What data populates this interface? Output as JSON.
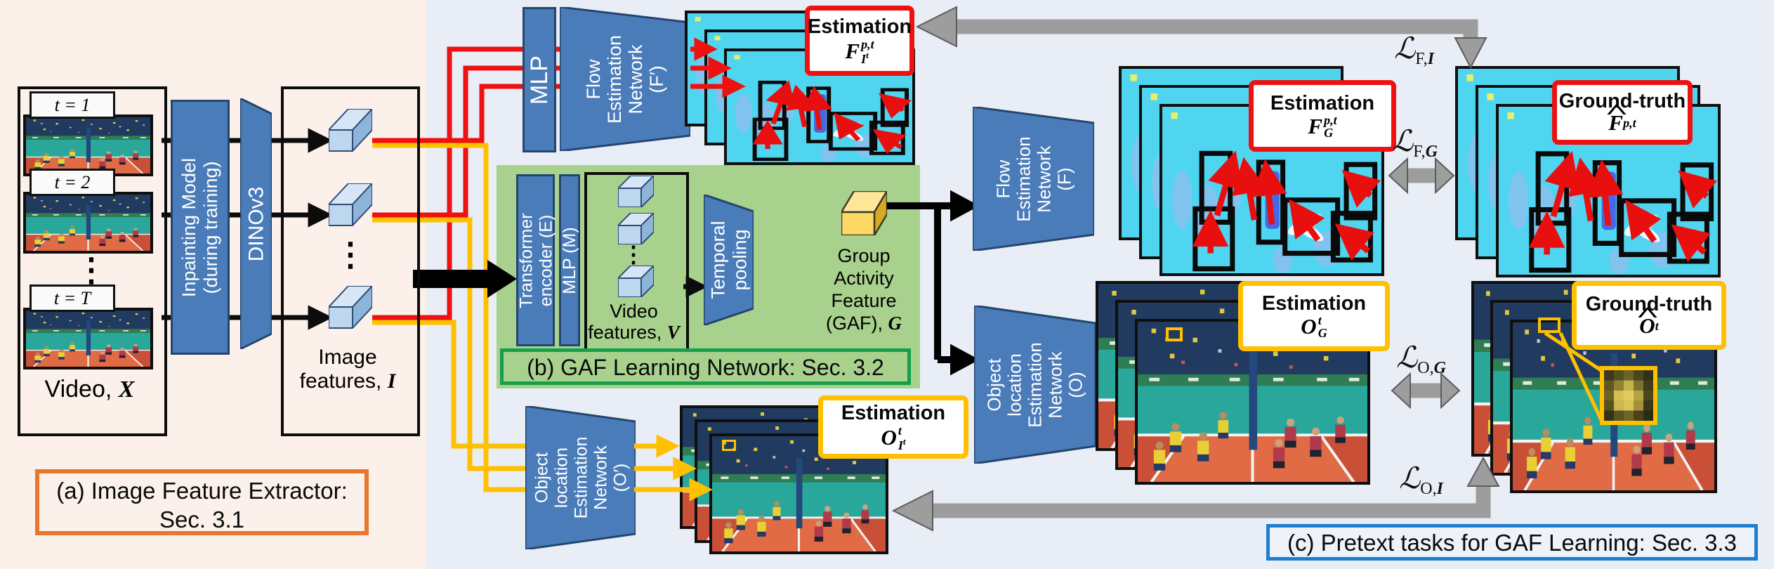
{
  "captions": {
    "a_line1": "(a) Image Feature Extractor:",
    "a_line2": "Sec. 3.1",
    "b": "(b) GAF Learning Network: Sec. 3.2",
    "c": "(c) Pretext tasks for GAF Learning: Sec. 3.3"
  },
  "video": {
    "t1": "t = 1",
    "t2": "t = 2",
    "tT": "t = T",
    "dots": "⋮",
    "caption_prefix": "Video, ",
    "caption_var": "X"
  },
  "image_features": {
    "line1": "Image",
    "line2_prefix": "features, ",
    "line2_var": "I",
    "dots": "⋮"
  },
  "networks": {
    "inpainting": {
      "line1": "Inpainting Model",
      "line2": "(during training)"
    },
    "dinov3": "DINOv3",
    "mlp_top": "MLP",
    "flow_prime": [
      "Flow",
      "Estimation",
      "Network",
      "(F′)"
    ],
    "transformer": [
      "Transformer",
      "encoder (E)"
    ],
    "mlp_m": "MLP (M)",
    "temporal": [
      "Temporal",
      "pooling"
    ],
    "flow_f": [
      "Flow",
      "Estimation",
      "Network",
      "(F)"
    ],
    "obj_o": [
      "Object",
      "location",
      "Estimation",
      "Network",
      "(O)"
    ],
    "obj_o_prime": [
      "Object",
      "location",
      "Estimation",
      "Network",
      "(O′)"
    ]
  },
  "video_features": {
    "line1": "Video",
    "line2_prefix": "features, ",
    "line2_var": "V",
    "dots": "⋮"
  },
  "gaf": {
    "line1": "Group",
    "line2": "Activity",
    "line3": "Feature",
    "line4_prefix": "(GAF), ",
    "line4_var": "G"
  },
  "labels": {
    "est_f_i": {
      "title": "Estimation",
      "base": "F",
      "sup": "p,t",
      "sub_base": "I",
      "sub_sup": "t"
    },
    "est_f_g": {
      "title": "Estimation",
      "base": "F",
      "sup": "p,t",
      "sub": "G"
    },
    "gt_f": {
      "title": "Ground-truth",
      "hat": "^",
      "base": "F",
      "sup": "p,t"
    },
    "est_o_i": {
      "title": "Estimation",
      "base": "O",
      "sup": "t",
      "sub_base": "I",
      "sub_sup": "t"
    },
    "est_o_g": {
      "title": "Estimation",
      "base": "O",
      "sup": "t",
      "sub": "G"
    },
    "gt_o": {
      "title": "Ground-truth",
      "hat": "^",
      "base": "O",
      "sup": "t"
    }
  },
  "losses": {
    "f_i": {
      "l": "ℒ",
      "sub_prefix": "F,",
      "sub_var": "I"
    },
    "f_g": {
      "l": "ℒ",
      "sub_prefix": "F,",
      "sub_var": "G"
    },
    "o_g": {
      "l": "ℒ",
      "sub_prefix": "O,",
      "sub_var": "G"
    },
    "o_i": {
      "l": "ℒ",
      "sub_prefix": "O,",
      "sub_var": "I"
    }
  },
  "colors": {
    "red_line": "#ee1111",
    "yellow_line": "#ffc000",
    "network_blue": "#4b7cba",
    "green_panel": "#a9d18e",
    "pink_bg": "#fcf1ea",
    "blue_bg": "#e8edf6",
    "gray_arrow": "#9d9d9d",
    "caption_a_border": "#e8762d",
    "caption_b_border": "#14a04a",
    "caption_c_border": "#1e7fd0",
    "cuboid_face": "#bdd7ee",
    "gaf_face": "#ffd966"
  }
}
